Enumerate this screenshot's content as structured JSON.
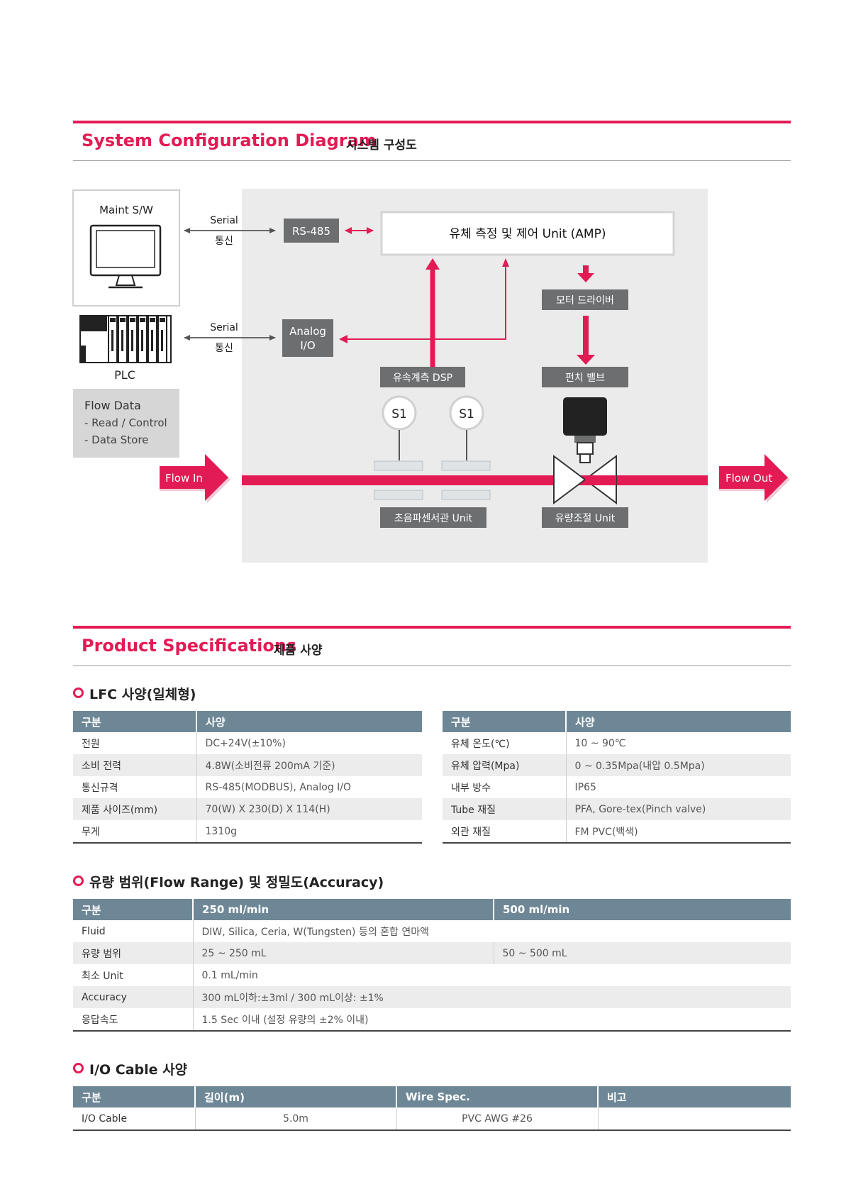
{
  "sections": {
    "config": {
      "title_en": "System Configuration Diagram",
      "title_ko": "시스템 구성도"
    },
    "specs": {
      "title_en": "Product Specifications",
      "title_ko": "제품 사양"
    }
  },
  "diagram": {
    "maint_sw": "Maint S/W",
    "plc": "PLC",
    "serial": "Serial",
    "comm": "통신",
    "rs485": "RS-485",
    "analog_l1": "Analog",
    "analog_l2": "I/O",
    "amp_unit": "유체 측정 및 제어 Unit (AMP)",
    "motor_driver": "모터 드라이버",
    "dsp": "유속계측 DSP",
    "pinch_valve": "펀치 밸브",
    "sensor1": "S1",
    "sensor2": "S1",
    "ultrasonic_unit": "초음파센서관 Unit",
    "flow_ctrl_unit": "유량조절 Unit",
    "flow_in": "Flow In",
    "flow_out": "Flow Out",
    "flow_data": {
      "title": "Flow Data",
      "line1": "- Read / Control",
      "line2": "- Data Store"
    }
  },
  "lfc": {
    "heading": "LFC 사양(일체형)",
    "left": {
      "headers": [
        "구분",
        "사양"
      ],
      "rows": [
        [
          "전원",
          "DC+24V(±10%)"
        ],
        [
          "소비 전력",
          "4.8W(소비전류 200mA 기준)"
        ],
        [
          "통신규격",
          "RS-485(MODBUS), Analog I/O"
        ],
        [
          "제품 사이즈(mm)",
          "70(W) X 230(D) X 114(H)"
        ],
        [
          "무게",
          "1310g"
        ]
      ]
    },
    "right": {
      "headers": [
        "구분",
        "사양"
      ],
      "rows": [
        [
          "유체 온도(℃)",
          "10 ~ 90℃"
        ],
        [
          "유체 압력(Mpa)",
          "0 ~ 0.35Mpa(내압 0.5Mpa)"
        ],
        [
          "내부 방수",
          "IP65"
        ],
        [
          "Tube 재질",
          "PFA, Gore-tex(Pinch valve)"
        ],
        [
          "외관 재질",
          "FM PVC(백색)"
        ]
      ]
    }
  },
  "flow": {
    "heading": "유량 범위(Flow Range) 및 정밀도(Accuracy)",
    "headers": [
      "구분",
      "250 ml/min",
      "500 ml/min"
    ],
    "rows": {
      "fluid": [
        "Fluid",
        "DIW, Silica, Ceria, W(Tungsten) 등의 혼합 연마액"
      ],
      "range": [
        "유량 범위",
        "25 ~ 250 mL",
        "50 ~ 500 mL"
      ],
      "min_unit": [
        "최소 Unit",
        "0.1 mL/min"
      ],
      "accuracy": [
        "Accuracy",
        "300 mL이하:±3ml / 300 mL이상: ±1%"
      ],
      "response": [
        "응답속도",
        "1.5 Sec 이내 (설정 유량의 ±2% 이내)"
      ]
    }
  },
  "cable": {
    "heading": "I/O Cable 사양",
    "headers": [
      "구분",
      "길이(m)",
      "Wire Spec.",
      "비고"
    ],
    "row": [
      "I/O Cable",
      "5.0m",
      "PVC AWG #26",
      ""
    ]
  },
  "colors": {
    "accent": "#e31b54",
    "table_header": "#6e8796",
    "label_box": "#6d6e70",
    "diagram_bg": "#ebebeb"
  }
}
